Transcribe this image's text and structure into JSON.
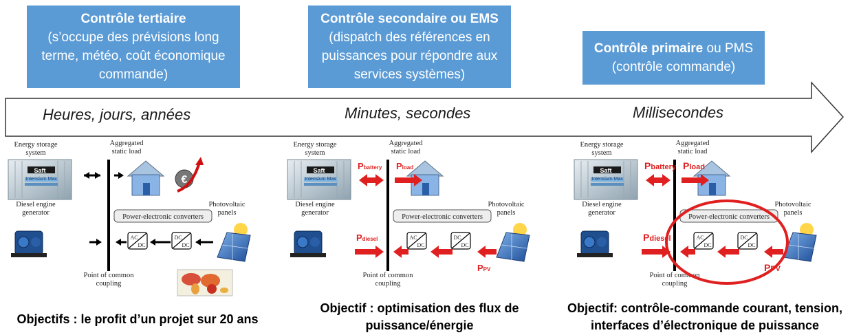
{
  "levels": [
    {
      "title": "Contrôle tertiaire",
      "title_suffix": "",
      "description": "(s’occupe des prévisions long terme, météo, coût économique commande)"
    },
    {
      "title": "Contrôle secondaire ou EMS",
      "title_suffix": "",
      "description": "(dispatch des références en puissances pour répondre aux services systèmes)"
    },
    {
      "title": "Contrôle primaire",
      "title_suffix": " ou PMS",
      "description": "(contrôle commande)"
    }
  ],
  "timescales": [
    "Heures, jours, années",
    "Minutes, secondes",
    "Millisecondes"
  ],
  "objectives": [
    "Objectifs : le profit d’un projet sur 20 ans",
    "Objectif : optimisation des flux de puissance/énergie",
    "Objectif: contrôle-commande courant, tension, interfaces d’électronique de puissance"
  ],
  "diagram_labels": {
    "storage_line1": "Energy storage",
    "storage_line2": "system",
    "load_line1": "Aggregated",
    "load_line2": "static load",
    "diesel_line1": "Diesel engine",
    "diesel_line2": "generator",
    "pv_line1": "Photovoltaic",
    "pv_line2": "panels",
    "converters": "Power-electronic converters",
    "pcc_line1": "Point of common",
    "pcc_line2": "coupling",
    "ac": "AC",
    "dc": "DC",
    "saft": "Saft",
    "intensium": "Intensium Max",
    "euro": "€"
  },
  "flow_labels": {
    "p": "P",
    "battery": "battery",
    "load": "load",
    "diesel": "diesel",
    "pv": "PV"
  },
  "colors": {
    "box": "#5b9bd5",
    "flow": "#e02020",
    "highlight": "#e02020",
    "arrow_outline": "#333333"
  }
}
